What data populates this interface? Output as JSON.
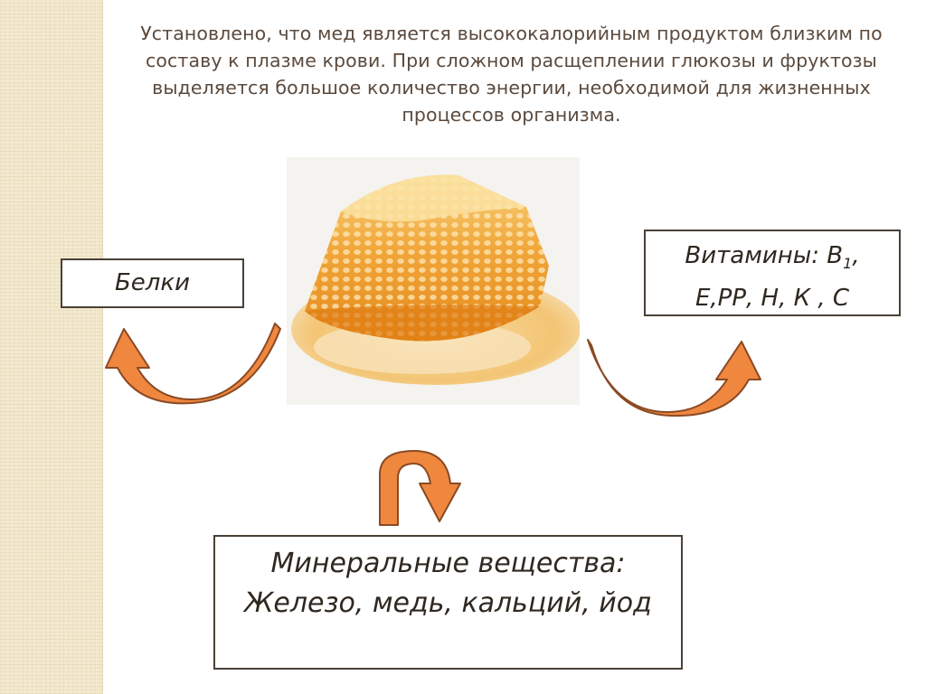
{
  "intro": {
    "text": "Установлено, что мед является высококалорийным продуктом близким по составу к плазме крови. При сложном расщеплении глюкозы и фруктозы выделяется большое количество энергии, необходимой для жизненных процессов организма."
  },
  "proteins": {
    "label": "Белки"
  },
  "vitamins": {
    "line1_prefix": "Витамины: В",
    "line1_subscript": "1",
    "line1_suffix": ",",
    "line2": "Е,РР, Н, К , С"
  },
  "minerals": {
    "line1": "Минеральные вещества:",
    "line2": "Железо, медь, кальций, йод"
  },
  "colors": {
    "arrow_fill": "#f0873f",
    "arrow_stroke": "#8a4a24",
    "text": "#5b4a3d",
    "box_border": "#4a4036",
    "honey": "#f2a12e"
  },
  "icons": {
    "image": "honeycomb-image",
    "arrows": [
      "curved-arrow-icon"
    ]
  }
}
